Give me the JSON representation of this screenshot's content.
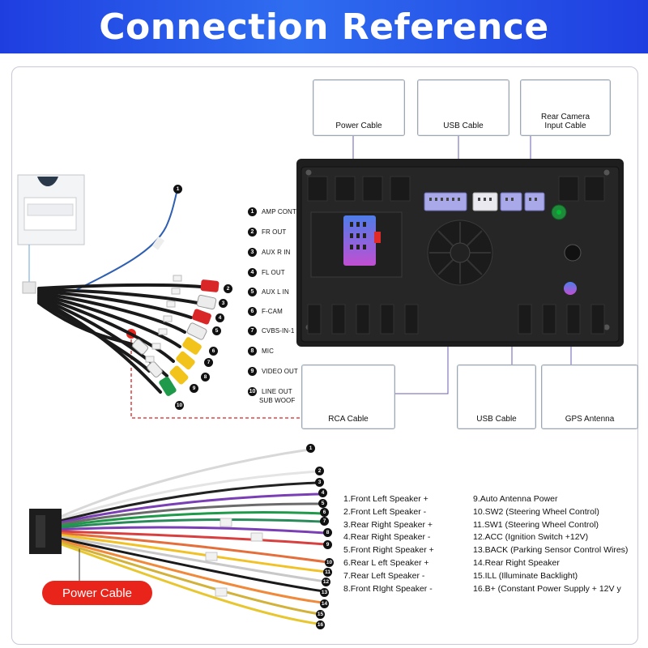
{
  "header": {
    "title": "Connection Reference"
  },
  "top_boxes": {
    "power_cable": "Power Cable",
    "usb_cable": "USB Cable",
    "rear_camera_1": "Rear Camera",
    "rear_camera_2": "Input Cable"
  },
  "bottom_boxes": {
    "rca_cable": "RCA Cable",
    "usb_cable": "USB Cable",
    "gps_antenna": "GPS Antenna"
  },
  "rca_legend": [
    {
      "num": "1",
      "label": "AMP CONT"
    },
    {
      "num": "2",
      "label": "FR OUT"
    },
    {
      "num": "3",
      "label": "AUX R IN"
    },
    {
      "num": "4",
      "label": "FL OUT"
    },
    {
      "num": "5",
      "label": "AUX L IN"
    },
    {
      "num": "6",
      "label": "F-CAM"
    },
    {
      "num": "7",
      "label": "CVBS-IN-1"
    },
    {
      "num": "8",
      "label": "MIC"
    },
    {
      "num": "9",
      "label": "VIDEO OUT"
    },
    {
      "num": "10",
      "label": "LINE OUT",
      "label2": "SUB WOOF"
    }
  ],
  "power_badge": "Power Cable",
  "wires_left": [
    "1.Front Left Speaker +",
    "2.Front Left Speaker -",
    "3.Rear Right Speaker +",
    "4.Rear Right Speaker -",
    "5.Front Right Speaker +",
    "6.Rear L eft Speaker +",
    "7.Rear Left Speaker -",
    "8.Front RIght Speaker -"
  ],
  "wires_right": [
    "9.Auto Antenna Power",
    "10.SW2 (Steering Wheel Control)",
    "11.SW1 (Steering Wheel Control)",
    "12.ACC (Ignition Switch +12V)",
    "13.BACK (Parking Sensor Control Wires)",
    "14.Rear Right Speaker",
    "15.ILL (Illuminate Backlight)",
    "16.B+ (Constant Power Supply + 12V y"
  ],
  "wire_numbers": [
    "1",
    "2",
    "3",
    "4",
    "5",
    "6",
    "7",
    "8",
    "9",
    "10",
    "11",
    "12",
    "13",
    "14",
    "15",
    "16"
  ],
  "rca_numbers": [
    "1",
    "2",
    "3",
    "4",
    "5",
    "6",
    "7",
    "8",
    "9",
    "10"
  ],
  "colors": {
    "header_blue": "#2458ea",
    "badge_red": "#e8241b",
    "accent_purple": "#8a5bd0"
  }
}
